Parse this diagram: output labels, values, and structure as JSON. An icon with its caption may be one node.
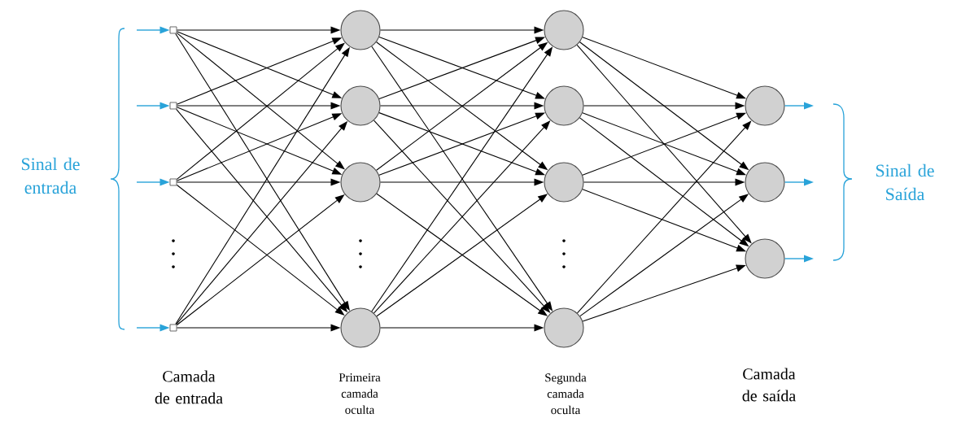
{
  "diagram": {
    "nodes": [
      {
        "text": [],
        "shape": "box"
      },
      {
        "text": [],
        "shape": "box"
      },
      {
        "text": [],
        "shape": "box"
      },
      {
        "text": [],
        "shape": "box"
      },
      {
        "text": [],
        "shape": "circle"
      },
      {
        "text": [],
        "shape": "circle"
      },
      {
        "text": [],
        "shape": "circle"
      },
      {
        "text": [],
        "shape": "circle"
      },
      {
        "text": [],
        "shape": "circle"
      },
      {
        "text": [],
        "shape": "circle"
      },
      {
        "text": [],
        "shape": "circle"
      },
      {
        "text": [],
        "shape": "circle"
      },
      {
        "text": [],
        "shape": "circle"
      },
      {
        "text": [],
        "shape": "circle"
      },
      {
        "text": [],
        "shape": "circle"
      }
    ],
    "edges": [
      {
        "from": null,
        "to": 0,
        "arrow": "to",
        "color": "#29a3d9"
      },
      {
        "from": null,
        "to": 1,
        "arrow": "to",
        "color": "#29a3d9"
      },
      {
        "from": null,
        "to": 2,
        "arrow": "to",
        "color": "#29a3d9"
      },
      {
        "from": null,
        "to": 3,
        "arrow": "to",
        "color": "#29a3d9"
      },
      {
        "from": 0,
        "to": 4,
        "arrow": "to"
      },
      {
        "from": 0,
        "to": 5,
        "arrow": "to"
      },
      {
        "from": 0,
        "to": 6,
        "arrow": "to"
      },
      {
        "from": 0,
        "to": 7,
        "arrow": "to"
      },
      {
        "from": 1,
        "to": 4,
        "arrow": "to"
      },
      {
        "from": 1,
        "to": 5,
        "arrow": "to"
      },
      {
        "from": 1,
        "to": 6,
        "arrow": "to"
      },
      {
        "from": 1,
        "to": 7,
        "arrow": "to"
      },
      {
        "from": 2,
        "to": 4,
        "arrow": "to"
      },
      {
        "from": 2,
        "to": 5,
        "arrow": "to"
      },
      {
        "from": 2,
        "to": 6,
        "arrow": "to"
      },
      {
        "from": 2,
        "to": 7,
        "arrow": "to"
      },
      {
        "from": 3,
        "to": 4,
        "arrow": "to"
      },
      {
        "from": 3,
        "to": 5,
        "arrow": "to"
      },
      {
        "from": 3,
        "to": 6,
        "arrow": "to"
      },
      {
        "from": 3,
        "to": 7,
        "arrow": "to"
      },
      {
        "from": 4,
        "to": 8,
        "arrow": "to"
      },
      {
        "from": 4,
        "to": 9,
        "arrow": "to"
      },
      {
        "from": 4,
        "to": 10,
        "arrow": "to"
      },
      {
        "from": 4,
        "to": 11,
        "arrow": "to"
      },
      {
        "from": 5,
        "to": 8,
        "arrow": "to"
      },
      {
        "from": 5,
        "to": 9,
        "arrow": "to"
      },
      {
        "from": 5,
        "to": 10,
        "arrow": "to"
      },
      {
        "from": 5,
        "to": 11,
        "arrow": "to"
      },
      {
        "from": 6,
        "to": 8,
        "arrow": "to"
      },
      {
        "from": 6,
        "to": 9,
        "arrow": "to"
      },
      {
        "from": 6,
        "to": 10,
        "arrow": "to"
      },
      {
        "from": 6,
        "to": 11,
        "arrow": "to"
      },
      {
        "from": 7,
        "to": 8,
        "arrow": "to"
      },
      {
        "from": 7,
        "to": 9,
        "arrow": "to"
      },
      {
        "from": 7,
        "to": 10,
        "arrow": "to"
      },
      {
        "from": 7,
        "to": 11,
        "arrow": "to"
      },
      {
        "from": 8,
        "to": 12,
        "arrow": "to"
      },
      {
        "from": 8,
        "to": 13,
        "arrow": "to"
      },
      {
        "from": 8,
        "to": 14,
        "arrow": "to"
      },
      {
        "from": 9,
        "to": 12,
        "arrow": "to"
      },
      {
        "from": 9,
        "to": 13,
        "arrow": "to"
      },
      {
        "from": 9,
        "to": 14,
        "arrow": "to"
      },
      {
        "from": 10,
        "to": 12,
        "arrow": "to"
      },
      {
        "from": 10,
        "to": 13,
        "arrow": "to"
      },
      {
        "from": 10,
        "to": 14,
        "arrow": "to"
      },
      {
        "from": 11,
        "to": 12,
        "arrow": "to"
      },
      {
        "from": 11,
        "to": 13,
        "arrow": "to"
      },
      {
        "from": 11,
        "to": 14,
        "arrow": "to"
      },
      {
        "from": 12,
        "to": null,
        "arrow": "to",
        "color": "#29a3d9"
      },
      {
        "from": 13,
        "to": null,
        "arrow": "to",
        "color": "#29a3d9"
      },
      {
        "from": 14,
        "to": null,
        "arrow": "to",
        "color": "#29a3d9"
      }
    ],
    "labels": [
      "Sinal de entrada",
      "Sinal de Saída",
      "Camada de entrada",
      "Primeira camada oculta",
      "Segunda camada oculta",
      "Camada de saída"
    ]
  }
}
